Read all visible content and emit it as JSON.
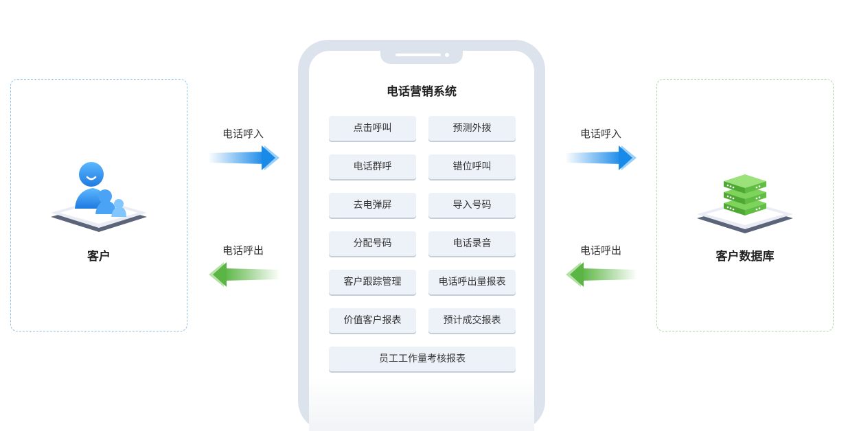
{
  "left_panel": {
    "title": "客户",
    "icon": "customer-people-icon"
  },
  "right_panel": {
    "title": "客户数据库",
    "icon": "database-server-icon"
  },
  "flows": {
    "left_in": "电话呼入",
    "left_out": "电话呼出",
    "right_in": "电话呼入",
    "right_out": "电话呼出"
  },
  "colors": {
    "arrow_in": "#1a8ae8",
    "arrow_out": "#5bb544",
    "phone_frame": "#dde3ed",
    "button_bg": "#edf1f8"
  },
  "phone": {
    "title": "电话营销系统",
    "functions": [
      "点击呼叫",
      "预测外拨",
      "电话群呼",
      "错位呼叫",
      "去电弹屏",
      "导入号码",
      "分配号码",
      "电话录音",
      "客户跟踪管理",
      "电话呼出量报表",
      "价值客户报表",
      "预计成交报表",
      "员工工作量考核报表"
    ]
  }
}
